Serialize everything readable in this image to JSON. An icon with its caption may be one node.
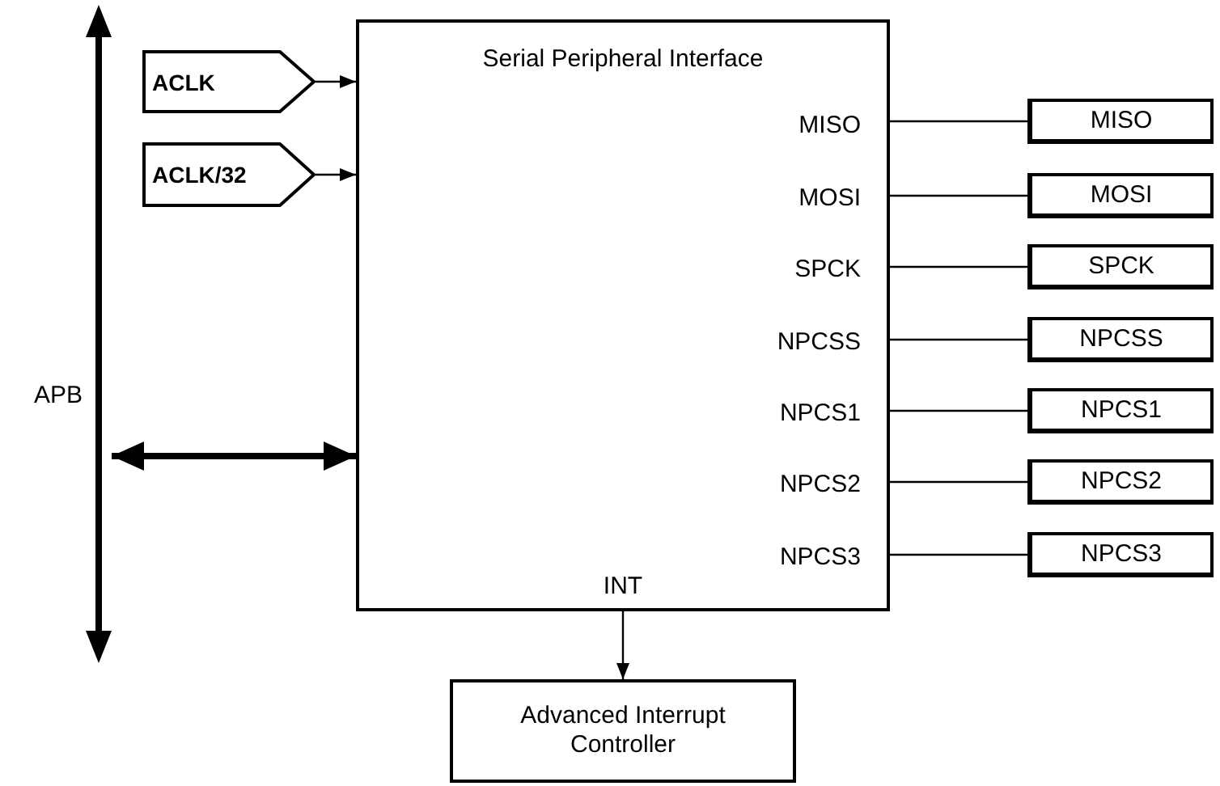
{
  "diagram": {
    "nodes": [
      {
        "text": [
          "Serial Peripheral Interface",
          "MISO",
          "MOSI",
          "SPCK",
          "NPCSS",
          "NPCS1",
          "NPCS2",
          "NPCS3",
          "INT"
        ]
      },
      {
        "text": [
          "ACLK"
        ]
      },
      {
        "text": [
          "ACLK/32"
        ]
      },
      {
        "text": [],
        "shape": "bar",
        "beside": [
          "APB"
        ]
      },
      {
        "text": [
          "MISO"
        ]
      },
      {
        "text": [
          "MOSI"
        ]
      },
      {
        "text": [
          "SPCK"
        ]
      },
      {
        "text": [
          "NPCSS"
        ]
      },
      {
        "text": [
          "NPCS1"
        ]
      },
      {
        "text": [
          "NPCS2"
        ]
      },
      {
        "text": [
          "NPCS3"
        ]
      },
      {
        "text": [
          "Advanced Interrupt Controller"
        ]
      }
    ],
    "edges": [
      {
        "from": 1,
        "to": 0,
        "arrow": "to"
      },
      {
        "from": 2,
        "to": 0,
        "arrow": "to"
      },
      {
        "from": 3,
        "to": 0,
        "arrow": "both",
        "style": "thick"
      },
      {
        "from": 0,
        "to": 4,
        "arrow": "none"
      },
      {
        "from": 0,
        "to": 5,
        "arrow": "none"
      },
      {
        "from": 0,
        "to": 6,
        "arrow": "none"
      },
      {
        "from": 0,
        "to": 7,
        "arrow": "none"
      },
      {
        "from": 0,
        "to": 8,
        "arrow": "none"
      },
      {
        "from": 0,
        "to": 9,
        "arrow": "none"
      },
      {
        "from": 0,
        "to": 10,
        "arrow": "none"
      },
      {
        "from": 0,
        "to": 11,
        "arrow": "to"
      }
    ]
  }
}
